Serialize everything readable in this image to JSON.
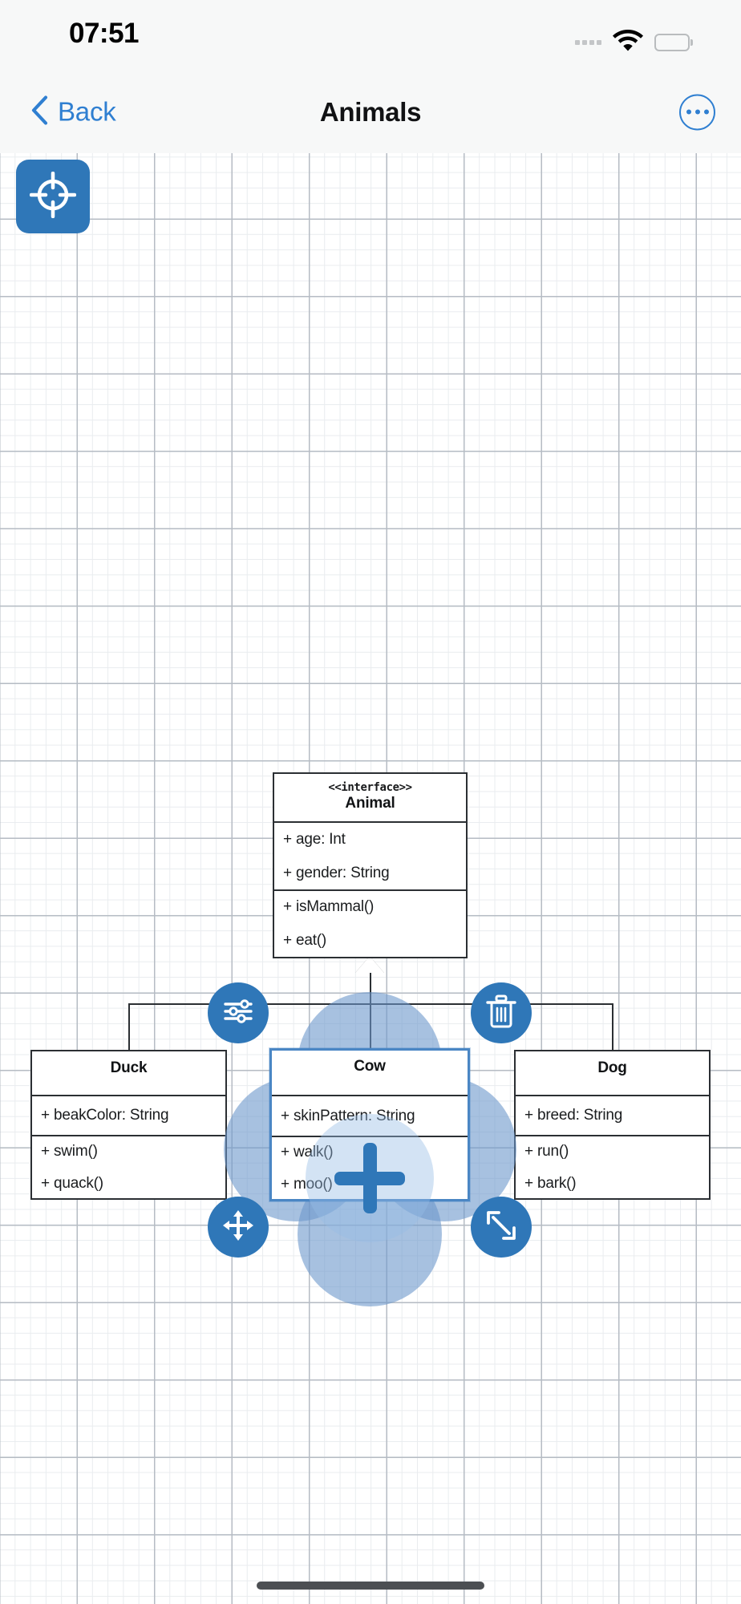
{
  "status_bar": {
    "time": "07:51",
    "signal_icon": "signal-dots-icon",
    "wifi_icon": "wifi-icon",
    "battery_icon": "battery-full-icon"
  },
  "nav": {
    "back_label": "Back",
    "back_icon": "chevron-left-icon",
    "title": "Animals",
    "more_icon": "more-options-icon"
  },
  "toolbar": {
    "locate_icon": "crosshair-target-icon",
    "locate_label": "Center diagram"
  },
  "canvas": {
    "add_icon": "plus-icon",
    "add_label": "Add element"
  },
  "selection_tools": {
    "settings": {
      "icon": "sliders-settings-icon",
      "label": "Properties"
    },
    "delete": {
      "icon": "trash-can-icon",
      "label": "Delete"
    },
    "move": {
      "icon": "move-arrows-icon",
      "label": "Move"
    },
    "resize": {
      "icon": "resize-diagonal-icon",
      "label": "Resize"
    }
  },
  "diagram": {
    "type": "uml-class-diagram",
    "selected_element": "Cow",
    "colors": {
      "accent": "#2f77b8",
      "selection_border": "#4a86c4",
      "halo": "rgba(108,152,203,0.60)",
      "box_border": "#2b2f33",
      "grid_minor": "#e9ecef",
      "grid_major": "#b6bcc4"
    },
    "classes": [
      {
        "id": "animal",
        "stereotype": "<<interface>>",
        "name": "Animal",
        "attributes": [
          "+ age: Int",
          "+ gender: String"
        ],
        "operations": [
          "+ isMammal()",
          "+ eat()"
        ],
        "selected": false
      },
      {
        "id": "duck",
        "stereotype": "",
        "name": "Duck",
        "attributes": [
          "+ beakColor: String"
        ],
        "operations": [
          "+ swim()",
          "+ quack()"
        ],
        "selected": false
      },
      {
        "id": "cow",
        "stereotype": "",
        "name": "Cow",
        "attributes": [
          "+ skinPattern: String"
        ],
        "operations": [
          "+ walk()",
          "+ moo()"
        ],
        "selected": true
      },
      {
        "id": "dog",
        "stereotype": "",
        "name": "Dog",
        "attributes": [
          "+ breed: String"
        ],
        "operations": [
          "+ run()",
          "+ bark()"
        ],
        "selected": false
      }
    ],
    "relationships": [
      {
        "type": "generalization",
        "from": "Duck",
        "to": "Animal"
      },
      {
        "type": "generalization",
        "from": "Cow",
        "to": "Animal"
      },
      {
        "type": "generalization",
        "from": "Dog",
        "to": "Animal"
      }
    ]
  }
}
